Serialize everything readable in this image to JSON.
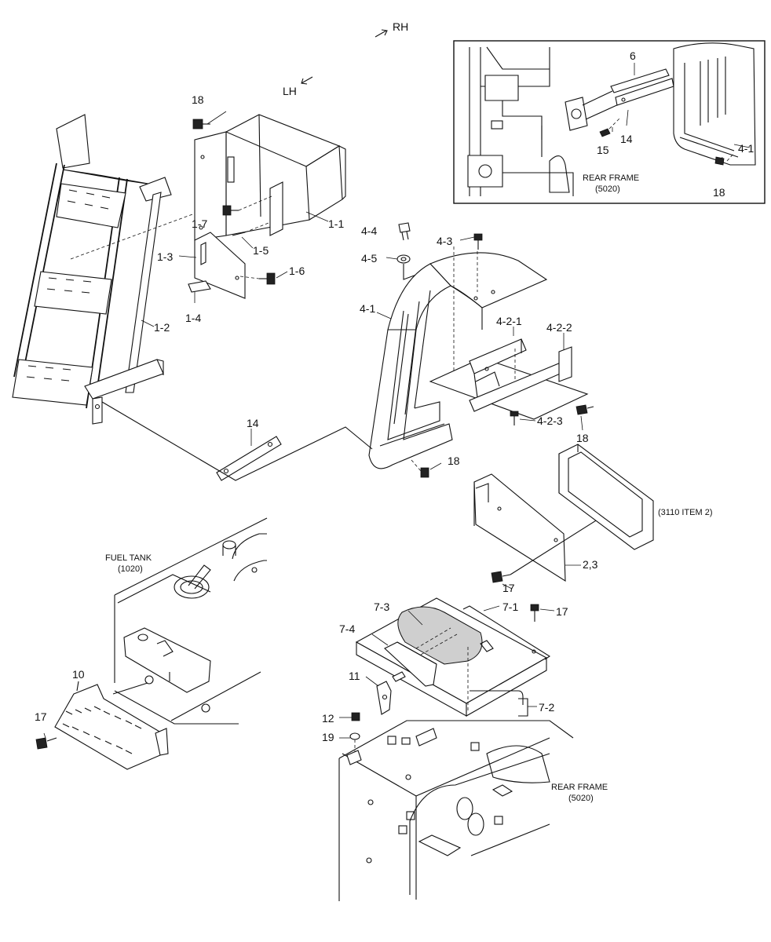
{
  "direction_labels": {
    "rh": "RH",
    "lh": "LH"
  },
  "inset": {
    "frame_label_1": "REAR FRAME",
    "frame_label_2": "(5020)",
    "callouts": [
      "6",
      "14",
      "15",
      "4-1",
      "18"
    ]
  },
  "notes": {
    "fuel_tank_1": "FUEL TANK",
    "fuel_tank_2": "(1020)",
    "rear_frame_1": "REAR FRAME",
    "rear_frame_2": "(5020)",
    "ref_item": "(3110 ITEM 2)"
  },
  "callouts": {
    "c18_box": "18",
    "c1_7": "1-7",
    "c1_1": "1-1",
    "c1_5": "1-5",
    "c1_3": "1-3",
    "c1_6": "1-6",
    "c1_4": "1-4",
    "c1_2": "1-2",
    "c4_4": "4-4",
    "c4_3": "4-3",
    "c4_5": "4-5",
    "c4_1": "4-1",
    "c4_2_1": "4-2-1",
    "c4_2_2": "4-2-2",
    "c4_2_3": "4-2-3",
    "c18_bracket": "18",
    "c14": "14",
    "c18_fender": "18",
    "c2_3": "2,3",
    "c17_plate": "17",
    "c7_3": "7-3",
    "c7_1": "7-1",
    "c17_top": "17",
    "c7_4": "7-4",
    "c11": "11",
    "c7_2": "7-2",
    "c12": "12",
    "c19": "19",
    "c10": "10",
    "c17_step": "17"
  }
}
